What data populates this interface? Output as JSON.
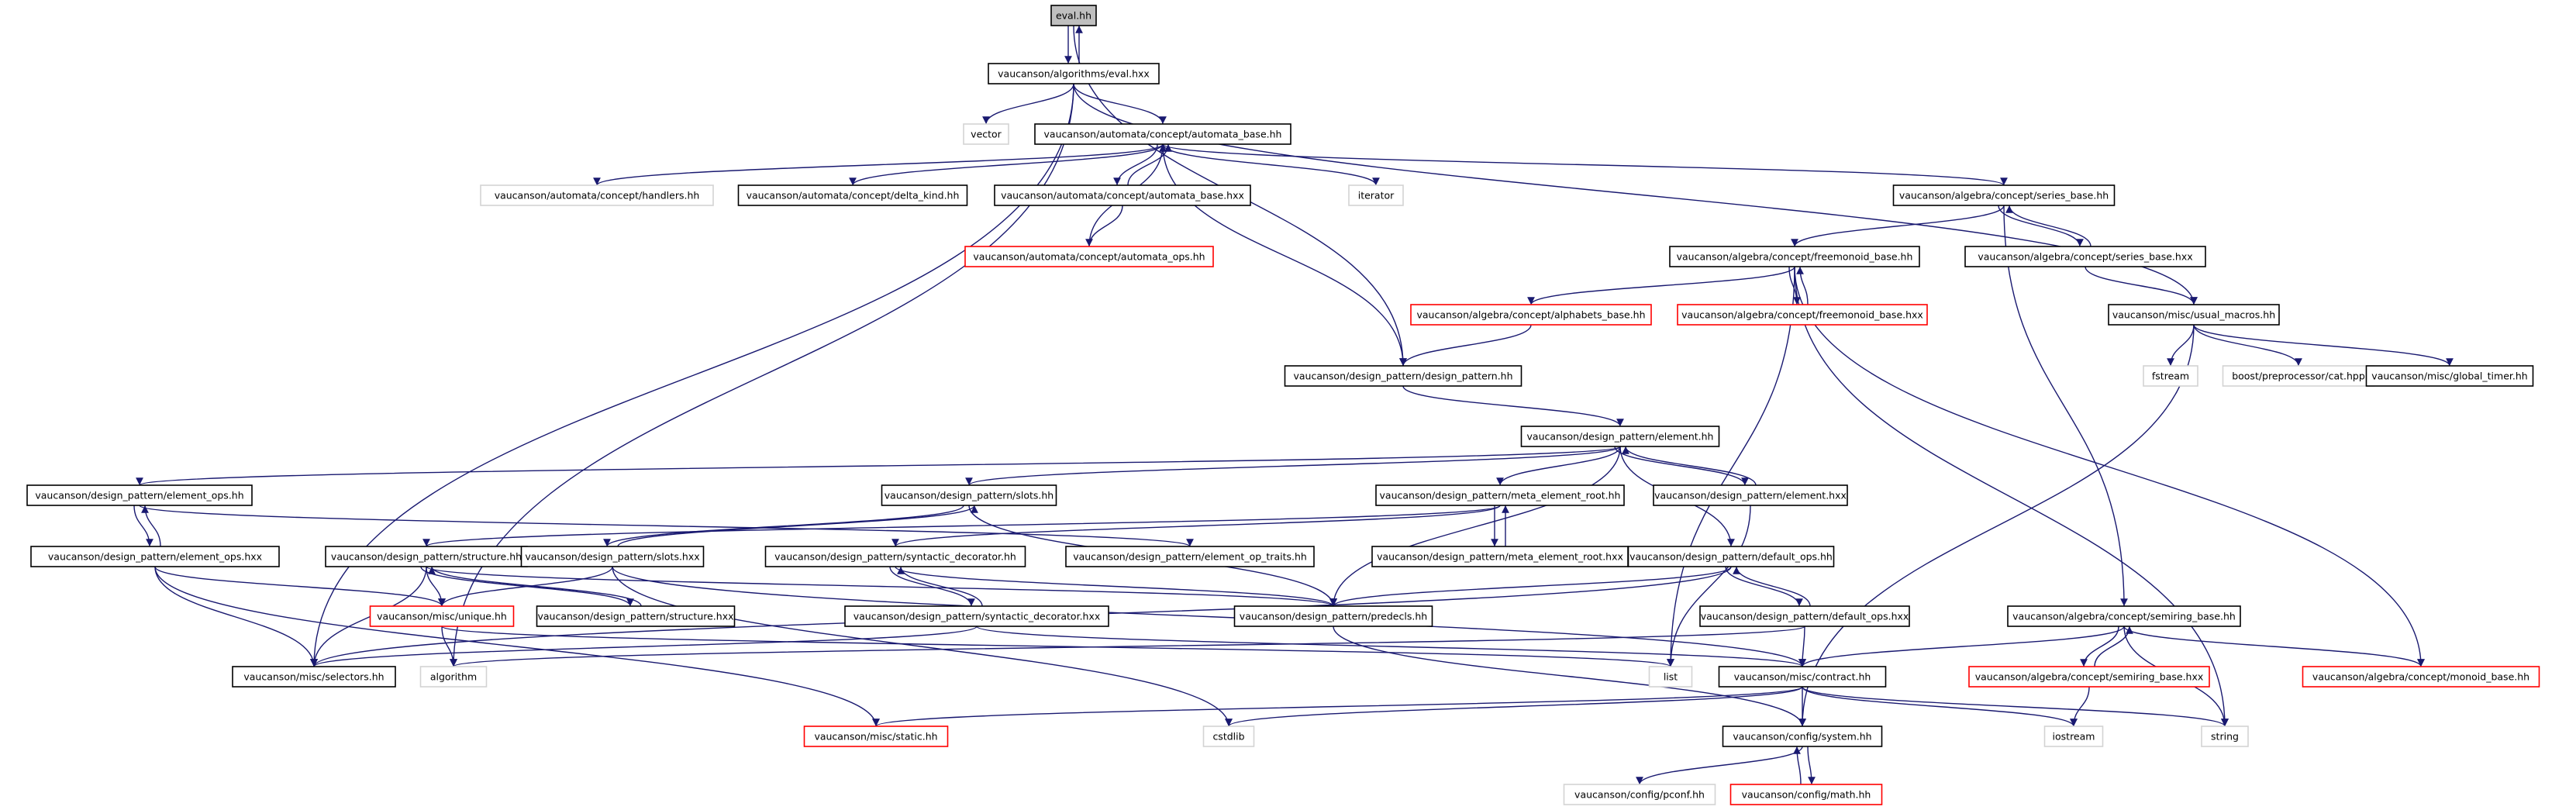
{
  "diagram": {
    "kind": "include-dependency-graph",
    "colors": {
      "edge": "#191970",
      "root_fill": "#bfbfbf",
      "border_black": "#000000",
      "border_red": "#ff0000",
      "border_gray": "#d3d3d3"
    },
    "nodes": [
      {
        "id": "eval_hh",
        "label": "eval.hh",
        "style": "root"
      },
      {
        "id": "eval_hxx",
        "label": "vaucanson/algorithms/eval.hxx",
        "style": "black"
      },
      {
        "id": "vector",
        "label": "vector",
        "style": "gray"
      },
      {
        "id": "automata_base_hh",
        "label": "vaucanson/automata/concept/automata_base.hh",
        "style": "black"
      },
      {
        "id": "handlers_hh",
        "label": "vaucanson/automata/concept/handlers.hh",
        "style": "gray"
      },
      {
        "id": "delta_kind_hh",
        "label": "vaucanson/automata/concept/delta_kind.hh",
        "style": "black"
      },
      {
        "id": "automata_base_hxx",
        "label": "vaucanson/automata/concept/automata_base.hxx",
        "style": "black"
      },
      {
        "id": "iterator",
        "label": "iterator",
        "style": "gray"
      },
      {
        "id": "series_base_hh",
        "label": "vaucanson/algebra/concept/series_base.hh",
        "style": "black"
      },
      {
        "id": "automata_ops_hh",
        "label": "vaucanson/automata/concept/automata_ops.hh",
        "style": "red"
      },
      {
        "id": "freemonoid_base_hh",
        "label": "vaucanson/algebra/concept/freemonoid_base.hh",
        "style": "black"
      },
      {
        "id": "series_base_hxx",
        "label": "vaucanson/algebra/concept/series_base.hxx",
        "style": "black"
      },
      {
        "id": "alphabets_base_hh",
        "label": "vaucanson/algebra/concept/alphabets_base.hh",
        "style": "red"
      },
      {
        "id": "freemonoid_base_hxx",
        "label": "vaucanson/algebra/concept/freemonoid_base.hxx",
        "style": "red"
      },
      {
        "id": "usual_macros_hh",
        "label": "vaucanson/misc/usual_macros.hh",
        "style": "black"
      },
      {
        "id": "design_pattern_hh",
        "label": "vaucanson/design_pattern/design_pattern.hh",
        "style": "black"
      },
      {
        "id": "fstream",
        "label": "fstream",
        "style": "gray"
      },
      {
        "id": "cat_hpp",
        "label": "boost/preprocessor/cat.hpp",
        "style": "gray"
      },
      {
        "id": "global_timer_hh",
        "label": "vaucanson/misc/global_timer.hh",
        "style": "black"
      },
      {
        "id": "element_hh",
        "label": "vaucanson/design_pattern/element.hh",
        "style": "black"
      },
      {
        "id": "element_ops_hh",
        "label": "vaucanson/design_pattern/element_ops.hh",
        "style": "black"
      },
      {
        "id": "slots_hh",
        "label": "vaucanson/design_pattern/slots.hh",
        "style": "black"
      },
      {
        "id": "meta_element_root_hh",
        "label": "vaucanson/design_pattern/meta_element_root.hh",
        "style": "black"
      },
      {
        "id": "element_hxx",
        "label": "vaucanson/design_pattern/element.hxx",
        "style": "black"
      },
      {
        "id": "element_ops_hxx",
        "label": "vaucanson/design_pattern/element_ops.hxx",
        "style": "black"
      },
      {
        "id": "meta_element_root_hxx",
        "label": "vaucanson/design_pattern/meta_element_root.hxx",
        "style": "black"
      },
      {
        "id": "structure_hh",
        "label": "vaucanson/design_pattern/structure.hh",
        "style": "black"
      },
      {
        "id": "slots_hxx",
        "label": "vaucanson/design_pattern/slots.hxx",
        "style": "black"
      },
      {
        "id": "syntactic_decorator_hh",
        "label": "vaucanson/design_pattern/syntactic_decorator.hh",
        "style": "black"
      },
      {
        "id": "element_op_traits_hh",
        "label": "vaucanson/design_pattern/element_op_traits.hh",
        "style": "black"
      },
      {
        "id": "default_ops_hh",
        "label": "vaucanson/design_pattern/default_ops.hh",
        "style": "black"
      },
      {
        "id": "unique_hh",
        "label": "vaucanson/misc/unique.hh",
        "style": "red"
      },
      {
        "id": "structure_hxx",
        "label": "vaucanson/design_pattern/structure.hxx",
        "style": "black"
      },
      {
        "id": "predecls_hh",
        "label": "vaucanson/design_pattern/predecls.hh",
        "style": "black"
      },
      {
        "id": "syntactic_decorator_hxx",
        "label": "vaucanson/design_pattern/syntactic_decorator.hxx",
        "style": "black"
      },
      {
        "id": "default_ops_hxx",
        "label": "vaucanson/design_pattern/default_ops.hxx",
        "style": "black"
      },
      {
        "id": "semiring_base_hh",
        "label": "vaucanson/algebra/concept/semiring_base.hh",
        "style": "black"
      },
      {
        "id": "selectors_hh",
        "label": "vaucanson/misc/selectors.hh",
        "style": "black"
      },
      {
        "id": "algorithm",
        "label": "algorithm",
        "style": "gray"
      },
      {
        "id": "list",
        "label": "list",
        "style": "gray"
      },
      {
        "id": "contract_hh",
        "label": "vaucanson/misc/contract.hh",
        "style": "black"
      },
      {
        "id": "semiring_base_hxx",
        "label": "vaucanson/algebra/concept/semiring_base.hxx",
        "style": "red"
      },
      {
        "id": "monoid_base_hh",
        "label": "vaucanson/algebra/concept/monoid_base.hh",
        "style": "red"
      },
      {
        "id": "static_hh",
        "label": "vaucanson/misc/static.hh",
        "style": "red"
      },
      {
        "id": "cstdlib",
        "label": "cstdlib",
        "style": "gray"
      },
      {
        "id": "system_hh",
        "label": "vaucanson/config/system.hh",
        "style": "black"
      },
      {
        "id": "iostream",
        "label": "iostream",
        "style": "gray"
      },
      {
        "id": "string",
        "label": "string",
        "style": "gray"
      },
      {
        "id": "pconf_hh",
        "label": "vaucanson/config/pconf.hh",
        "style": "gray"
      },
      {
        "id": "math_hh",
        "label": "vaucanson/config/math.hh",
        "style": "red"
      }
    ],
    "edges": [
      [
        "eval_hh",
        "eval_hxx"
      ],
      [
        "eval_hxx",
        "eval_hh"
      ],
      [
        "eval_hh",
        "design_pattern_hh"
      ],
      [
        "eval_hxx",
        "vector"
      ],
      [
        "eval_hxx",
        "automata_base_hh"
      ],
      [
        "eval_hxx",
        "usual_macros_hh"
      ],
      [
        "eval_hxx",
        "selectors_hh"
      ],
      [
        "eval_hxx",
        "algorithm"
      ],
      [
        "automata_base_hh",
        "handlers_hh"
      ],
      [
        "automata_base_hh",
        "delta_kind_hh"
      ],
      [
        "automata_base_hh",
        "automata_base_hxx"
      ],
      [
        "automata_base_hh",
        "iterator"
      ],
      [
        "automata_base_hh",
        "series_base_hh"
      ],
      [
        "automata_base_hh",
        "design_pattern_hh"
      ],
      [
        "automata_base_hxx",
        "automata_base_hh"
      ],
      [
        "automata_base_hxx",
        "automata_ops_hh"
      ],
      [
        "automata_ops_hh",
        "automata_base_hh"
      ],
      [
        "series_base_hh",
        "freemonoid_base_hh"
      ],
      [
        "series_base_hh",
        "series_base_hxx"
      ],
      [
        "series_base_hh",
        "semiring_base_hh"
      ],
      [
        "series_base_hxx",
        "series_base_hh"
      ],
      [
        "series_base_hxx",
        "usual_macros_hh"
      ],
      [
        "freemonoid_base_hh",
        "alphabets_base_hh"
      ],
      [
        "freemonoid_base_hh",
        "freemonoid_base_hxx"
      ],
      [
        "freemonoid_base_hh",
        "string"
      ],
      [
        "freemonoid_base_hh",
        "list"
      ],
      [
        "freemonoid_base_hh",
        "monoid_base_hh"
      ],
      [
        "freemonoid_base_hxx",
        "freemonoid_base_hh"
      ],
      [
        "alphabets_base_hh",
        "design_pattern_hh"
      ],
      [
        "usual_macros_hh",
        "fstream"
      ],
      [
        "usual_macros_hh",
        "cat_hpp"
      ],
      [
        "usual_macros_hh",
        "global_timer_hh"
      ],
      [
        "usual_macros_hh",
        "system_hh"
      ],
      [
        "design_pattern_hh",
        "element_hh"
      ],
      [
        "element_hh",
        "element_ops_hh"
      ],
      [
        "element_hh",
        "slots_hh"
      ],
      [
        "element_hh",
        "meta_element_root_hh"
      ],
      [
        "element_hh",
        "element_hxx"
      ],
      [
        "element_hh",
        "default_ops_hh"
      ],
      [
        "element_hh",
        "predecls_hh"
      ],
      [
        "element_hxx",
        "element_hh"
      ],
      [
        "element_hxx",
        "list"
      ],
      [
        "element_ops_hh",
        "element_ops_hxx"
      ],
      [
        "element_ops_hh",
        "element_op_traits_hh"
      ],
      [
        "element_ops_hxx",
        "element_ops_hh"
      ],
      [
        "element_ops_hxx",
        "unique_hh"
      ],
      [
        "element_ops_hxx",
        "selectors_hh"
      ],
      [
        "element_ops_hxx",
        "static_hh"
      ],
      [
        "slots_hh",
        "slots_hxx"
      ],
      [
        "slots_hh",
        "predecls_hh"
      ],
      [
        "slots_hxx",
        "slots_hh"
      ],
      [
        "slots_hxx",
        "unique_hh"
      ],
      [
        "slots_hxx",
        "contract_hh"
      ],
      [
        "slots_hxx",
        "cstdlib"
      ],
      [
        "meta_element_root_hh",
        "meta_element_root_hxx"
      ],
      [
        "meta_element_root_hh",
        "structure_hh"
      ],
      [
        "meta_element_root_hh",
        "syntactic_decorator_hh"
      ],
      [
        "meta_element_root_hxx",
        "meta_element_root_hh"
      ],
      [
        "structure_hh",
        "structure_hxx"
      ],
      [
        "structure_hh",
        "unique_hh"
      ],
      [
        "structure_hh",
        "selectors_hh"
      ],
      [
        "structure_hh",
        "predecls_hh"
      ],
      [
        "structure_hxx",
        "structure_hh"
      ],
      [
        "syntactic_decorator_hh",
        "syntactic_decorator_hxx"
      ],
      [
        "syntactic_decorator_hh",
        "predecls_hh"
      ],
      [
        "syntactic_decorator_hxx",
        "syntactic_decorator_hh"
      ],
      [
        "syntactic_decorator_hxx",
        "contract_hh"
      ],
      [
        "syntactic_decorator_hxx",
        "selectors_hh"
      ],
      [
        "default_ops_hh",
        "default_ops_hxx"
      ],
      [
        "default_ops_hh",
        "predecls_hh"
      ],
      [
        "default_ops_hh",
        "selectors_hh"
      ],
      [
        "default_ops_hxx",
        "default_ops_hh"
      ],
      [
        "default_ops_hxx",
        "contract_hh"
      ],
      [
        "default_ops_hxx",
        "algorithm"
      ],
      [
        "unique_hh",
        "algorithm"
      ],
      [
        "unique_hh",
        "list"
      ],
      [
        "predecls_hh",
        "system_hh"
      ],
      [
        "semiring_base_hh",
        "semiring_base_hxx"
      ],
      [
        "semiring_base_hh",
        "contract_hh"
      ],
      [
        "semiring_base_hh",
        "monoid_base_hh"
      ],
      [
        "semiring_base_hh",
        "string"
      ],
      [
        "semiring_base_hxx",
        "semiring_base_hh"
      ],
      [
        "semiring_base_hxx",
        "iostream"
      ],
      [
        "contract_hh",
        "static_hh"
      ],
      [
        "contract_hh",
        "cstdlib"
      ],
      [
        "contract_hh",
        "system_hh"
      ],
      [
        "contract_hh",
        "iostream"
      ],
      [
        "contract_hh",
        "string"
      ],
      [
        "system_hh",
        "pconf_hh"
      ],
      [
        "system_hh",
        "math_hh"
      ],
      [
        "math_hh",
        "system_hh"
      ]
    ]
  }
}
